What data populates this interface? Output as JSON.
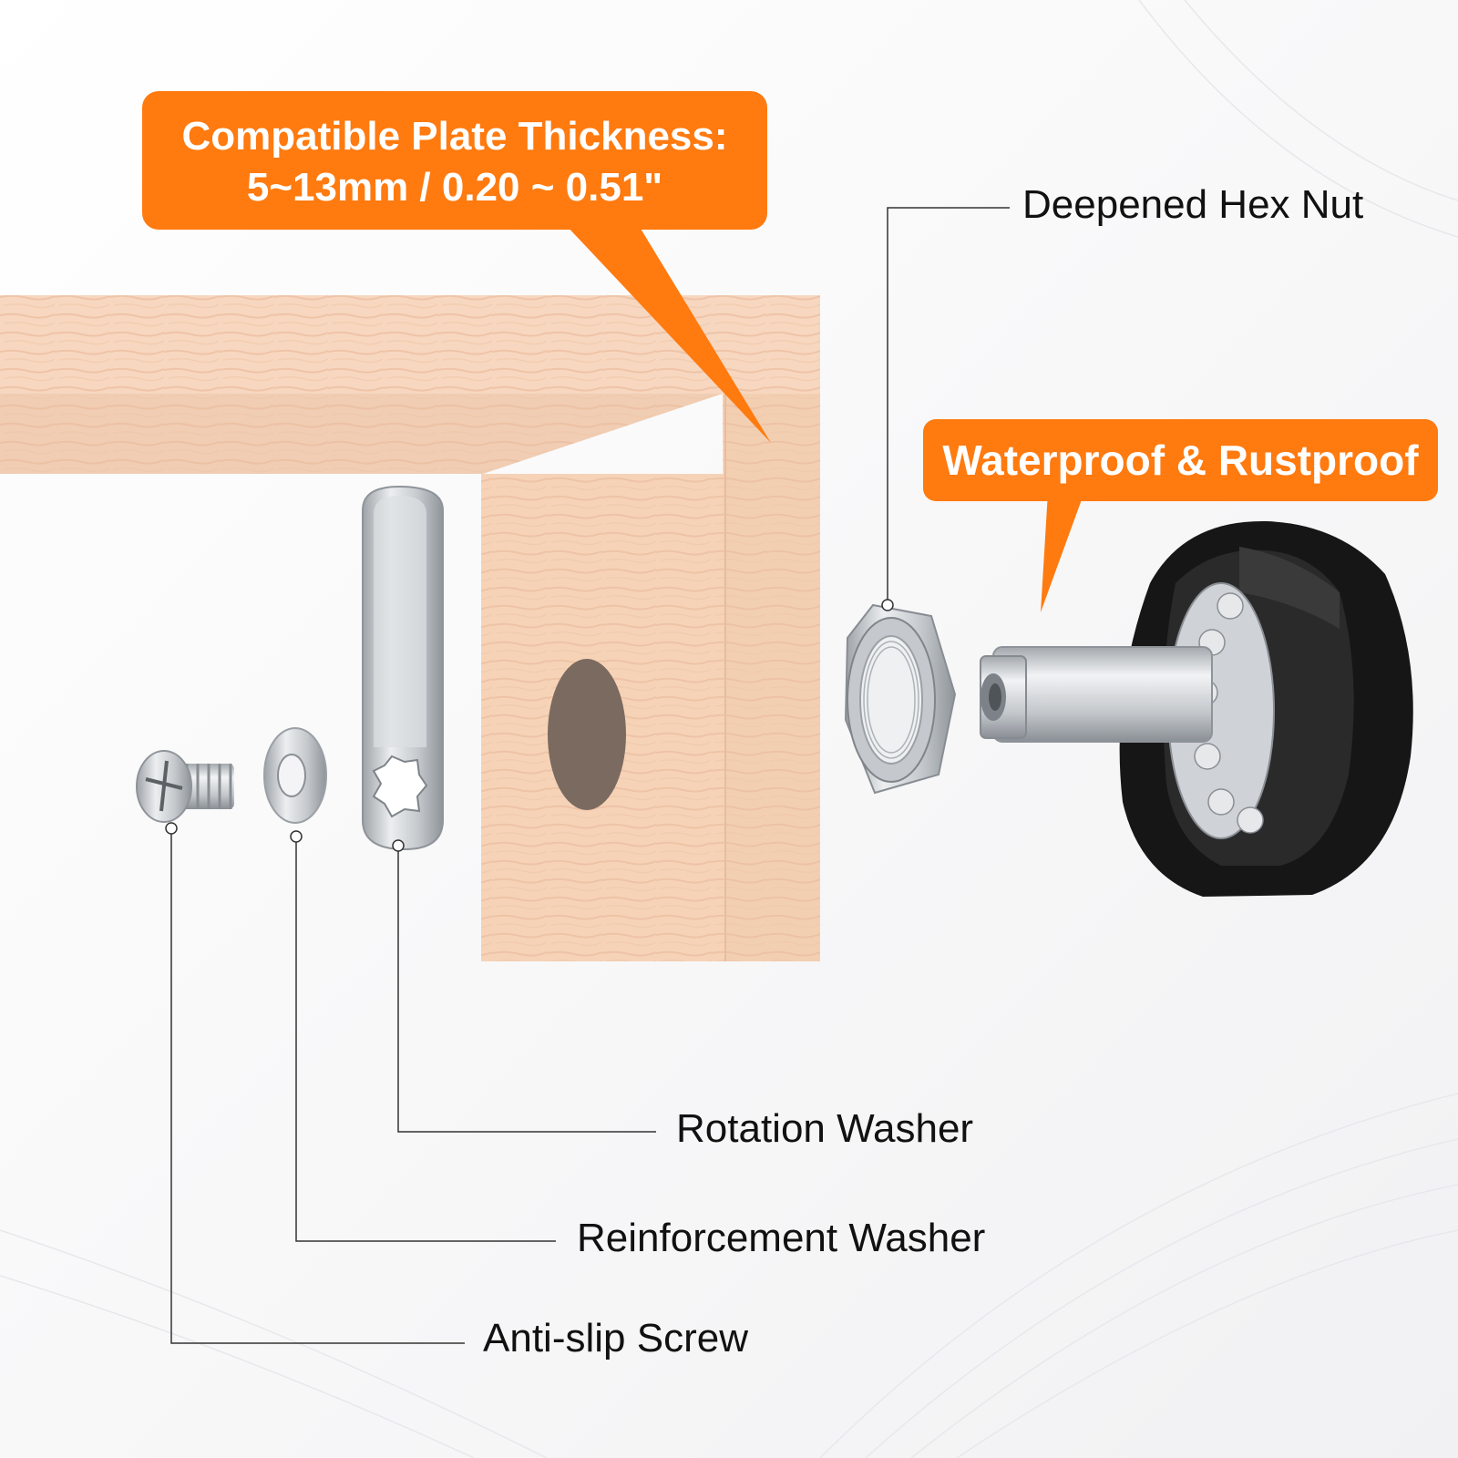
{
  "callouts": {
    "plate_thickness": {
      "line1": "Compatible Plate Thickness:",
      "line2": "5~13mm / 0.20 ~ 0.51\""
    },
    "waterproof": "Waterproof & Rustproof"
  },
  "labels": {
    "hex_nut": "Deepened Hex Nut",
    "rotation_washer": "Rotation Washer",
    "reinforcement_washer": "Reinforcement Washer",
    "anti_slip_screw": "Anti-slip Screw"
  },
  "colors": {
    "accent": "#ff7a0f",
    "wood": "#f6d2b6",
    "knob": "#151515",
    "metal": "#c9ccd0"
  }
}
